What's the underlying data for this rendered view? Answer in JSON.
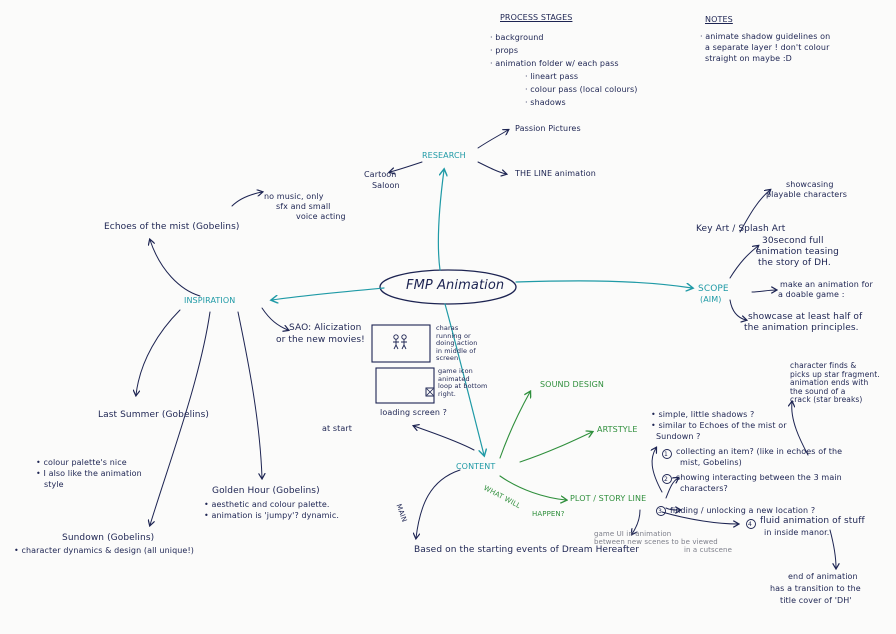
{
  "title": "FMP Animation",
  "colors": {
    "ink": "#1d2452",
    "teal": "#1f9aa6",
    "green": "#2f8f3c",
    "grey": "#7d7f8a",
    "paper": "#fbfbfa"
  },
  "process": {
    "heading": "PROCESS STAGES",
    "items": [
      "background",
      "props",
      "animation folder w/ each pass",
      "lineart pass",
      "colour pass (local colours)",
      "shadows"
    ]
  },
  "notes": {
    "heading": "NOTES",
    "lines": [
      "animate shadow guidelines on",
      "a separate layer ! don't colour",
      "straight on maybe :D"
    ]
  },
  "research": {
    "label": "RESEARCH",
    "items": [
      "Passion Pictures",
      "THE LINE animation",
      "Cartoon",
      "Saloon"
    ]
  },
  "inspiration": {
    "label": "INSPIRATION",
    "echoes": "Echoes of the mist (Gobelins)",
    "echoes_note": [
      "no music, only",
      "sfx and small",
      "voice acting"
    ],
    "sao": [
      "SAO: Alicization",
      "or the new movies!"
    ],
    "last_summer": "Last Summer (Gobelins)",
    "last_summer_notes": [
      "colour palette's nice",
      "I also like the animation",
      "style"
    ],
    "golden_hour": "Golden Hour (Gobelins)",
    "golden_hour_notes": [
      "aesthetic and colour palette.",
      "animation is 'jumpy'? dynamic."
    ],
    "sundown": "Sundown (Gobelins)",
    "sundown_note": "character dynamics & design (all unique!)"
  },
  "screens": {
    "box1_note": [
      "charas",
      "running or",
      "doing action",
      "in middle of",
      "screen"
    ],
    "box2_note": [
      "game icon",
      "animated",
      "loop at bottom",
      "right."
    ],
    "loading": "loading screen ?",
    "at_start": "at start"
  },
  "scope": {
    "label": "SCOPE",
    "sub": "(AIM)",
    "keyart": "Key Art / Splash Art",
    "showcasing": [
      "showcasing",
      "playable characters"
    ],
    "thirty": [
      "30second full",
      "animation teasing",
      "the story of DH."
    ],
    "make": [
      "make an animation for",
      "a doable game :"
    ],
    "showcase": [
      "showcase at least half of",
      "the animation principles."
    ]
  },
  "content": {
    "label": "CONTENT",
    "sound_design": "SOUND DESIGN",
    "artstyle": "ARTSTYLE",
    "artstyle_notes": [
      "simple, little shadows ?",
      "similar to Echoes of the mist or",
      "Sundown ?"
    ],
    "plot": "PLOT / STORY LINE",
    "what_will": [
      "WHAT WILL",
      "HAPPEN?"
    ],
    "main": "MAIN",
    "based": "Based on the starting events of Dream Hereafter",
    "plot_items": [
      {
        "num": "1",
        "lines": [
          "collecting an item? (like in echoes of the",
          "mist, Gobelins)"
        ]
      },
      {
        "num": "2",
        "lines": [
          "showing interacting between the 3 main",
          "characters?"
        ]
      },
      {
        "num": "3",
        "lines": [
          "finding / unlocking a new location ?"
        ]
      },
      {
        "num": "4",
        "lines": [
          "fluid animation of stuff",
          "in inside manor."
        ]
      }
    ],
    "character_finds": [
      "character finds &",
      "picks up star fragment.",
      "animation ends with",
      "the sound of a",
      "crack (star breaks)"
    ],
    "game_ui": [
      "game UI in animation",
      "between new scenes to be viewed",
      "in a cutscene"
    ],
    "end": [
      "end of animation",
      "has a transition to the",
      "title cover of 'DH'"
    ]
  }
}
